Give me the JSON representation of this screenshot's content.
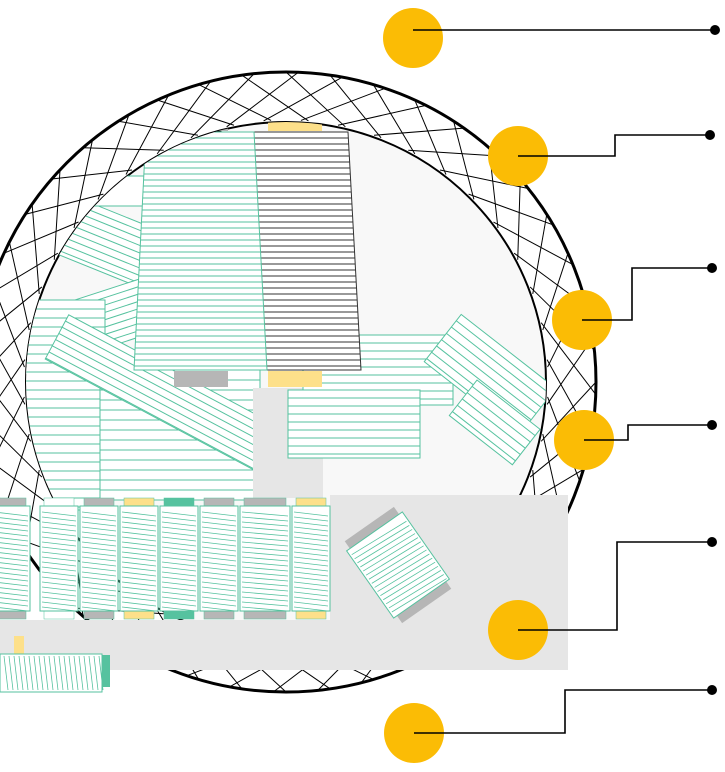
{
  "colors": {
    "background": "#ffffff",
    "ring_stroke": "#000000",
    "inner_fill": "#f8f8f8",
    "shelf_fill": "#e6e6e6",
    "thread_line": "#56c29f",
    "thread_fill": "#ffffff",
    "spool_green": "#56c29f",
    "cap_grey": "#b6b6b6",
    "cap_yellow": "#fde08a",
    "marker_fill": "#fbbc05",
    "callout_line": "#000000"
  },
  "icons": {
    "ring": "woven-ring",
    "spool": "thread-spool-icon",
    "cone": "thread-cone-icon",
    "marker": "callout-marker-dot"
  },
  "callouts": [
    {
      "id": "callout-1",
      "label": ""
    },
    {
      "id": "callout-2",
      "label": ""
    },
    {
      "id": "callout-3",
      "label": ""
    },
    {
      "id": "callout-4",
      "label": ""
    },
    {
      "id": "callout-5",
      "label": ""
    },
    {
      "id": "callout-6",
      "label": ""
    }
  ]
}
